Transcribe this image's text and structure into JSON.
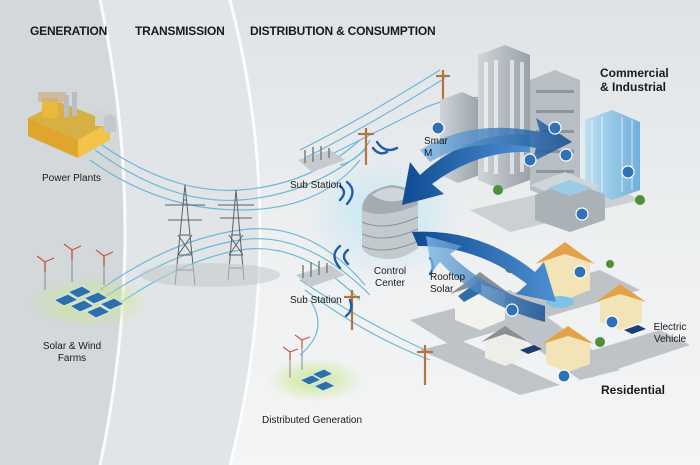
{
  "sections": {
    "generation": "GENERATION",
    "transmission": "TRANSMISSION",
    "distribution": "DISTRIBUTION & CONSUMPTION"
  },
  "nodes": {
    "power_plants": "Power Plants",
    "solar_wind": [
      "Solar & Wind",
      "Farms"
    ],
    "sub_station_top": "Sub Station",
    "sub_station_bottom": "Sub Station",
    "control_center": [
      "Control",
      "Center"
    ],
    "rooftop_solar": [
      "Rooftop",
      "Solar"
    ],
    "distributed_generation": "Distributed Generation",
    "smart_meter_partial": [
      "Smar",
      "M"
    ],
    "commercial": [
      "Commercial",
      "& Industrial"
    ],
    "electric_vehicle": [
      "Electric",
      "Vehicle"
    ],
    "residential": "Residential"
  },
  "colors": {
    "line": "#5fb3d9",
    "arrow": "#1c5aa3",
    "arrow_light": "#7fb8e6",
    "meter": "#2f72b8",
    "factory": "#f2c34a",
    "grass": "#b6dd77"
  }
}
